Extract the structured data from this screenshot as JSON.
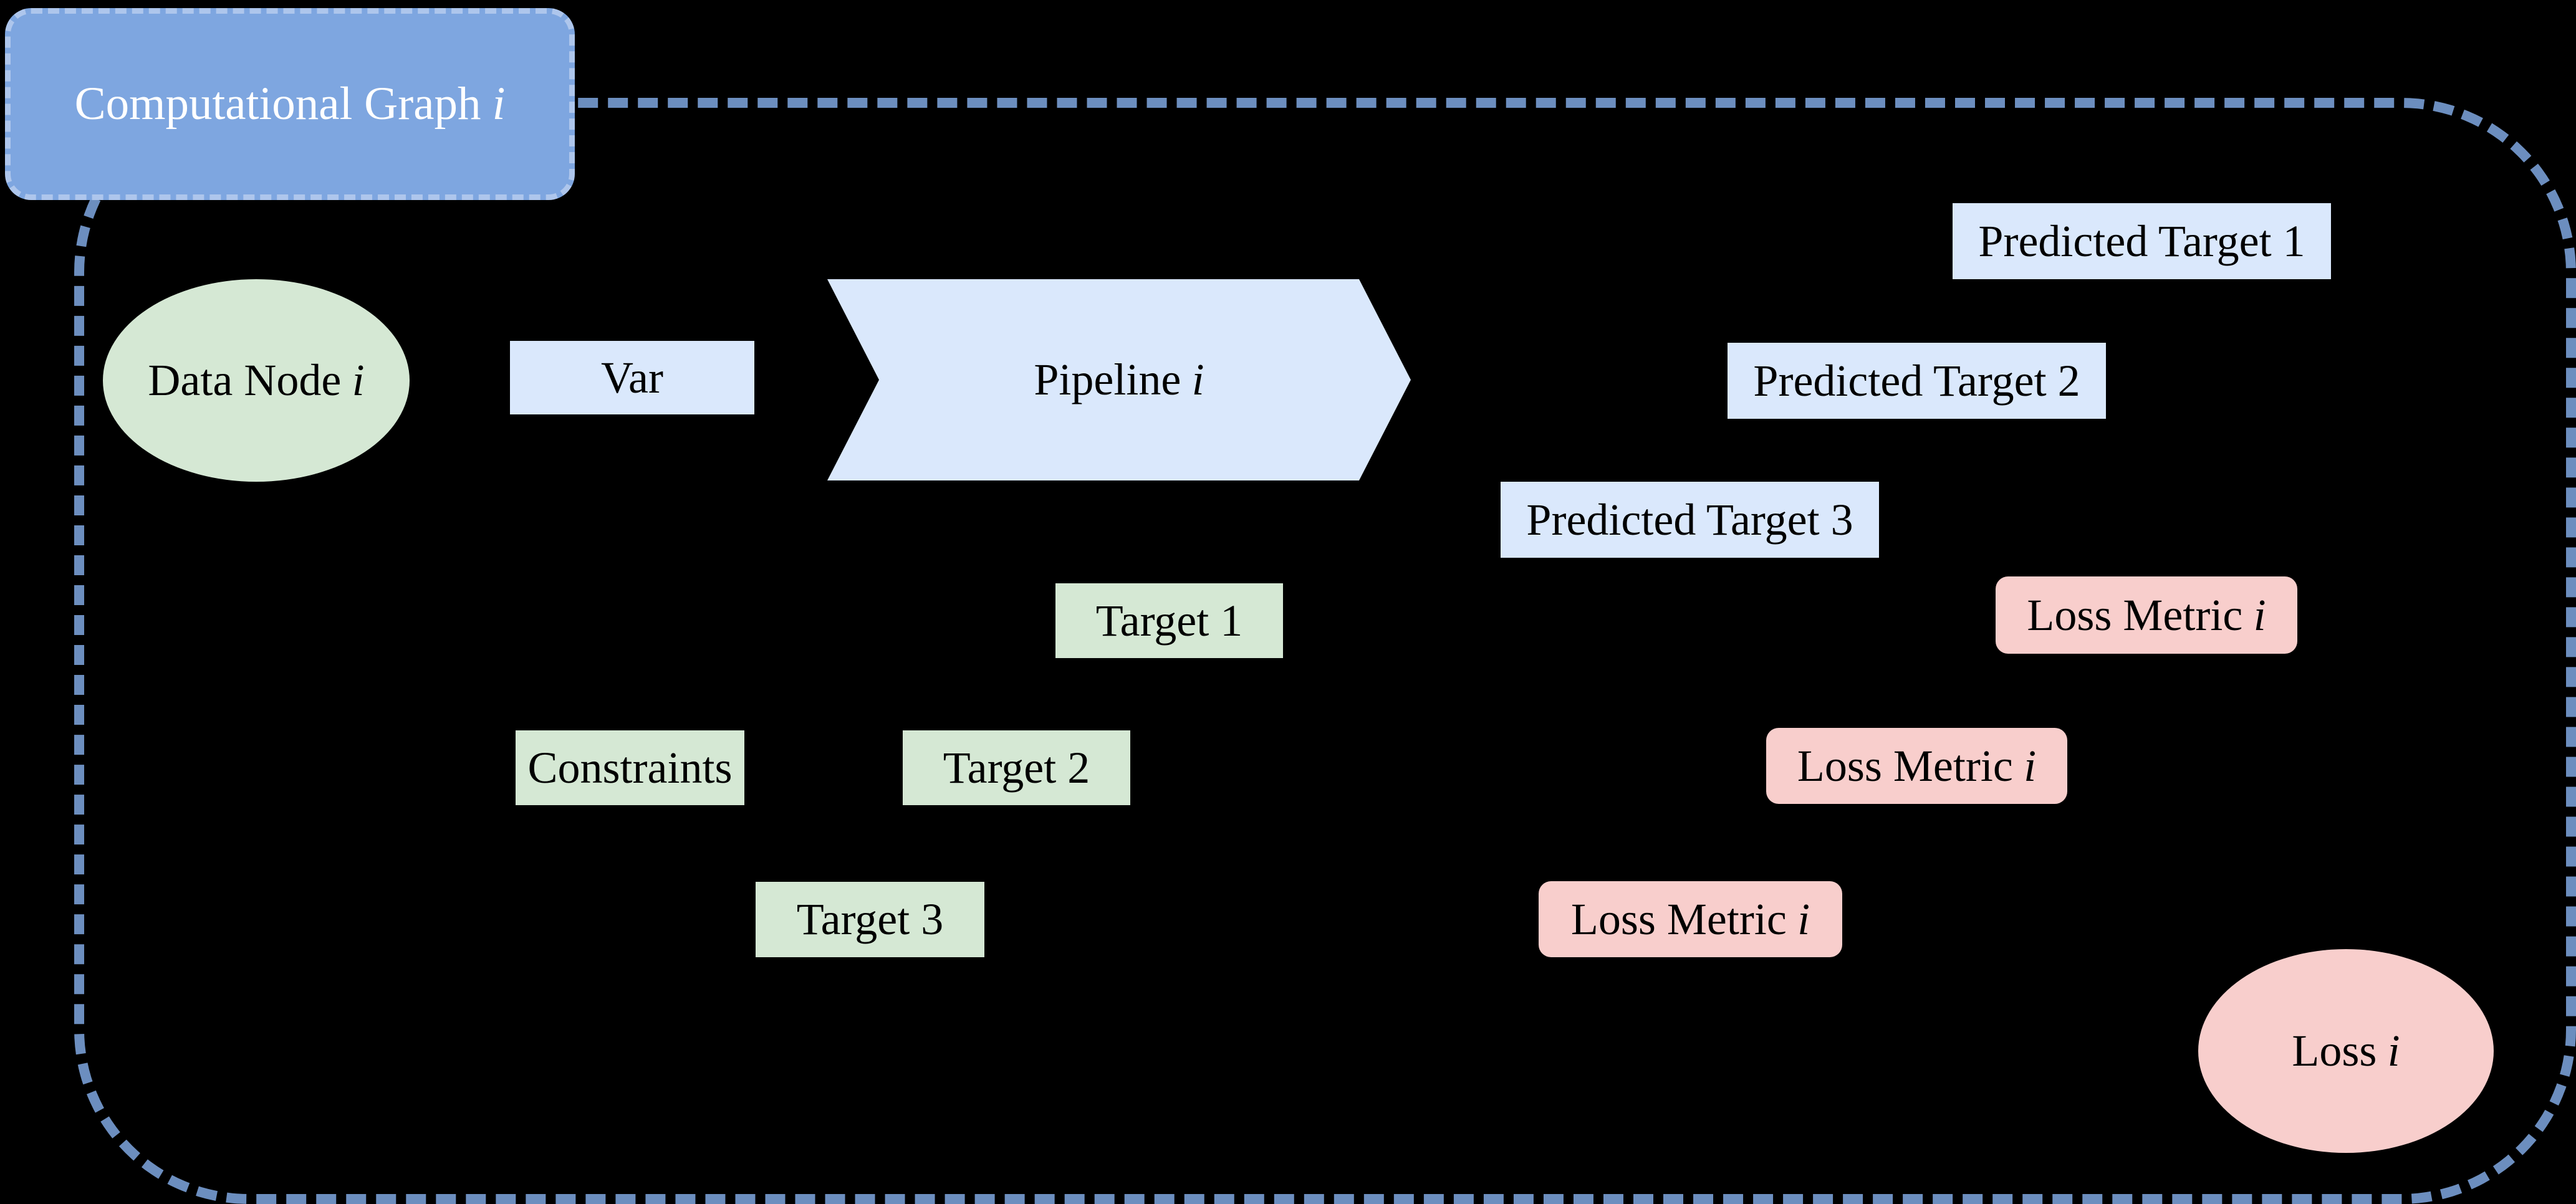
{
  "background_color": "#000000",
  "palette": {
    "container_border": "#6c8ebf",
    "title_fill": "#7ea6e0",
    "title_border": "#aec6ec",
    "title_text": "#ffffff",
    "blue_fill": "#dae8fc",
    "green_fill": "#d5e8d4",
    "pink_fill": "#f8cecc",
    "label_text": "#000000"
  },
  "title": {
    "text": "Computational Graph",
    "italic_suffix": "i"
  },
  "nodes": [
    {
      "id": "data-node",
      "shape": "ellipse",
      "fill": "#d5e8d4",
      "text": "Data Node",
      "italic_suffix": "i"
    },
    {
      "id": "var",
      "shape": "rect",
      "fill": "#dae8fc",
      "text": "Var",
      "italic_suffix": ""
    },
    {
      "id": "pipeline",
      "shape": "chevron",
      "fill": "#dae8fc",
      "text": "Pipeline",
      "italic_suffix": "i"
    },
    {
      "id": "predicted-target-1",
      "shape": "rect",
      "fill": "#dae8fc",
      "text": "Predicted Target 1",
      "italic_suffix": ""
    },
    {
      "id": "predicted-target-2",
      "shape": "rect",
      "fill": "#dae8fc",
      "text": "Predicted Target 2",
      "italic_suffix": ""
    },
    {
      "id": "predicted-target-3",
      "shape": "rect",
      "fill": "#dae8fc",
      "text": "Predicted Target 3",
      "italic_suffix": ""
    },
    {
      "id": "target-1",
      "shape": "rect",
      "fill": "#d5e8d4",
      "text": "Target 1",
      "italic_suffix": ""
    },
    {
      "id": "constraints",
      "shape": "rect",
      "fill": "#d5e8d4",
      "text": "Constraints",
      "italic_suffix": ""
    },
    {
      "id": "target-2",
      "shape": "rect",
      "fill": "#d5e8d4",
      "text": "Target 2",
      "italic_suffix": ""
    },
    {
      "id": "target-3",
      "shape": "rect",
      "fill": "#d5e8d4",
      "text": "Target 3",
      "italic_suffix": ""
    },
    {
      "id": "loss-metric-1",
      "shape": "rounded-rect",
      "fill": "#f8cecc",
      "text": "Loss Metric",
      "italic_suffix": "i"
    },
    {
      "id": "loss-metric-2",
      "shape": "rounded-rect",
      "fill": "#f8cecc",
      "text": "Loss Metric",
      "italic_suffix": "i"
    },
    {
      "id": "loss-metric-3",
      "shape": "rounded-rect",
      "fill": "#f8cecc",
      "text": "Loss Metric",
      "italic_suffix": "i"
    },
    {
      "id": "loss",
      "shape": "ellipse",
      "fill": "#f8cecc",
      "text": "Loss",
      "italic_suffix": "i"
    }
  ]
}
